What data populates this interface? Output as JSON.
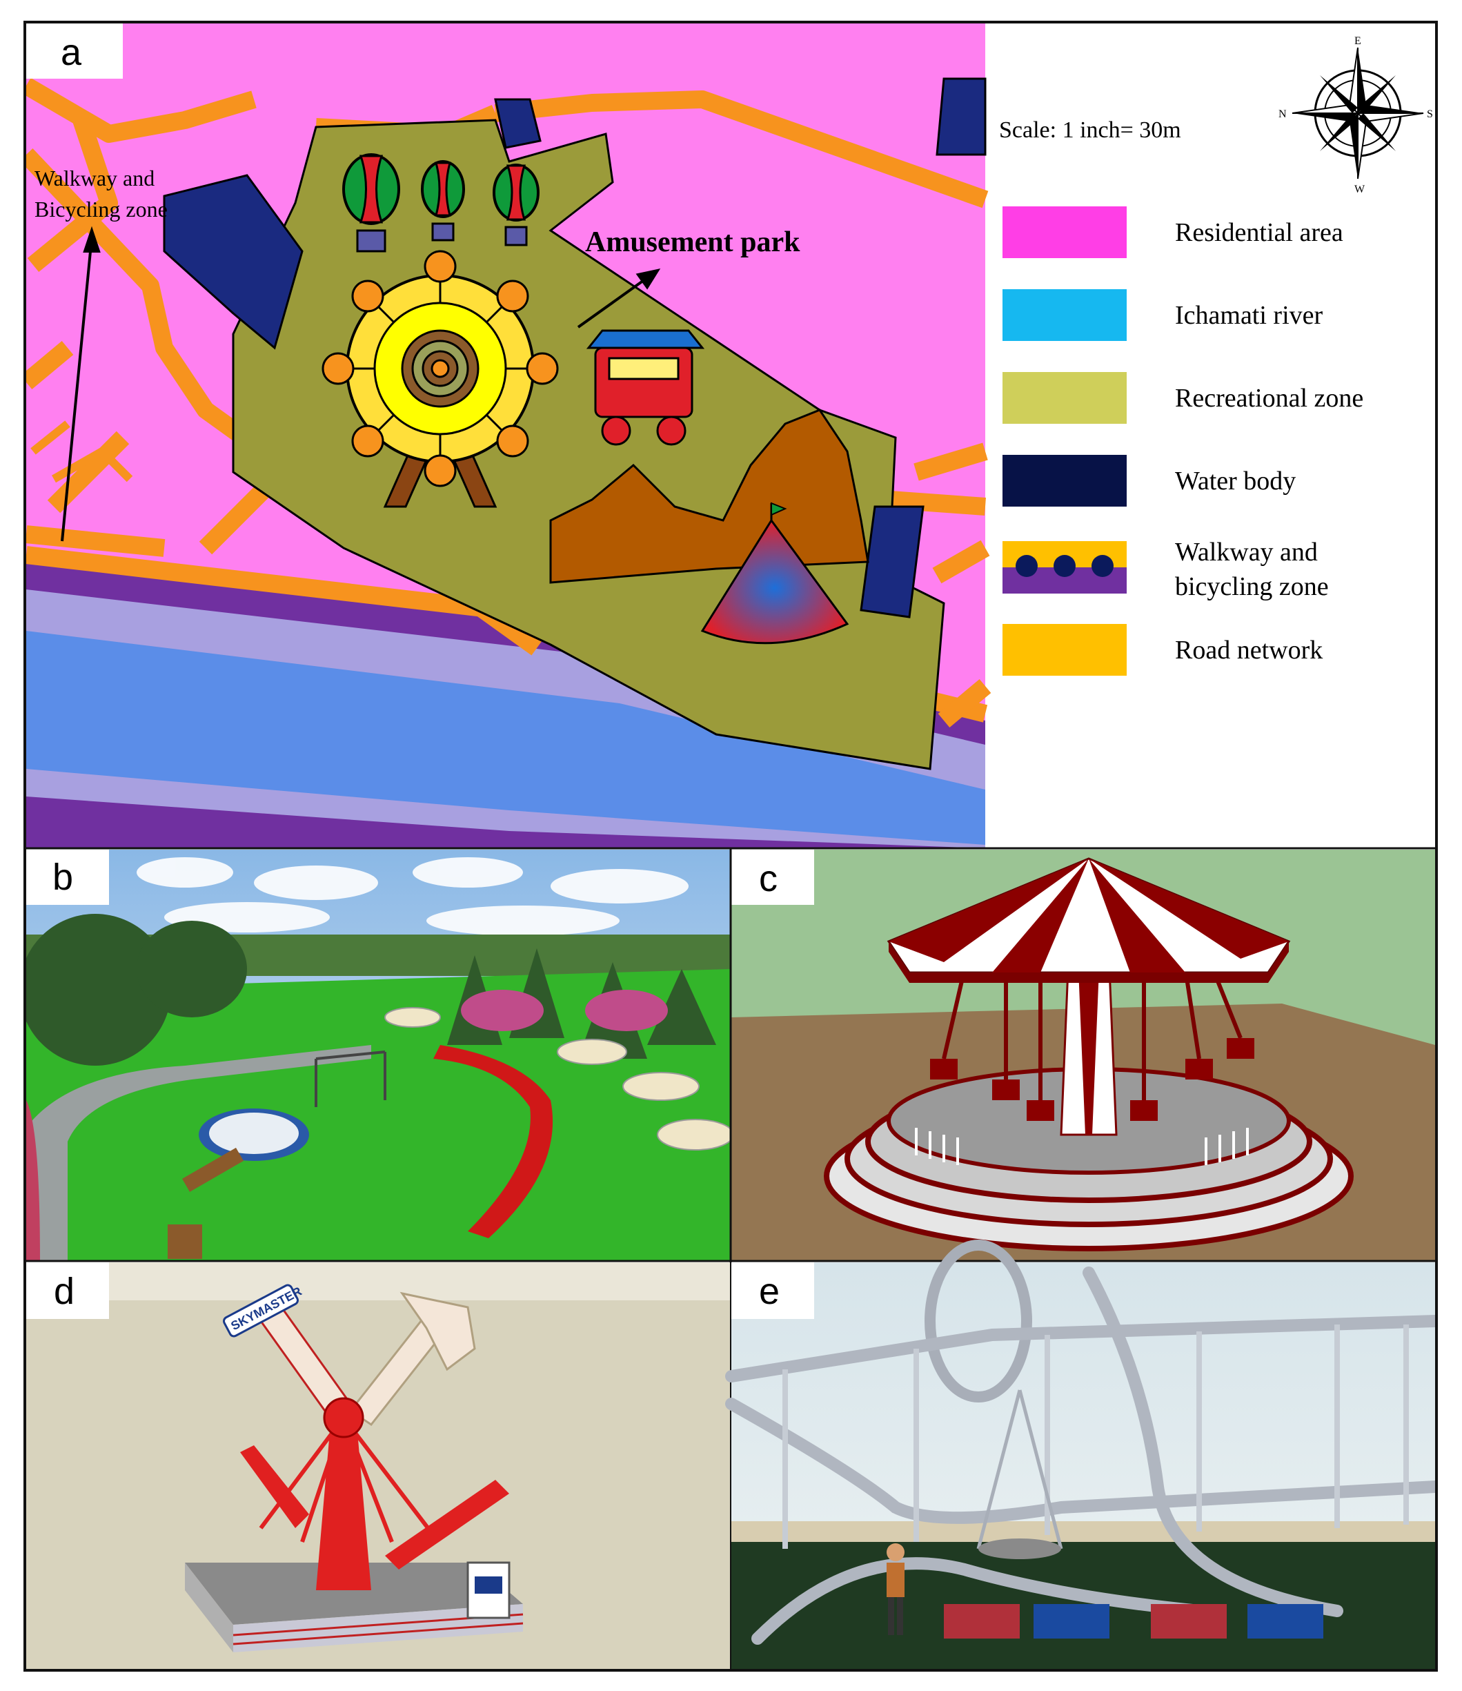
{
  "panels": {
    "a": {
      "label": "a",
      "annotations": {
        "walkway_line1": "Walkway and",
        "walkway_line2": "Bicycling zone",
        "amusement_park": "Amusement park"
      },
      "scale": "Scale: 1 inch= 30m",
      "compass": {
        "n": "N",
        "e": "E",
        "s": "S",
        "w": "W"
      },
      "legend": [
        {
          "label": "Residential area",
          "color": "#ff3ee6"
        },
        {
          "label": "Ichamati river",
          "color": "#16b8f0"
        },
        {
          "label": "Recreational zone",
          "color": "#cfcf5a"
        },
        {
          "label": "Water body",
          "color": "#071247"
        },
        {
          "label": "Walkway and",
          "label2": "bicycling zone",
          "color": "#ffc000",
          "color2": "#7030a0",
          "dot": "#0b1a5c"
        },
        {
          "label": "Road network",
          "color": "#ffc000"
        }
      ]
    },
    "b": {
      "label": "b"
    },
    "c": {
      "label": "c"
    },
    "d": {
      "label": "d",
      "sign": "SKYMASTER"
    },
    "e": {
      "label": "e"
    }
  }
}
